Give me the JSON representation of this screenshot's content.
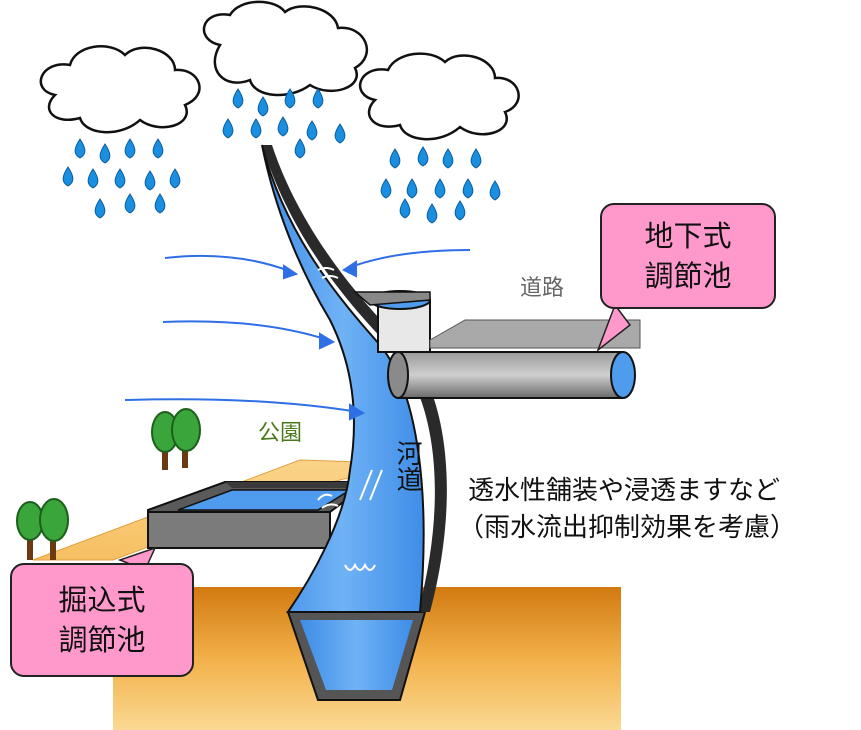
{
  "labels": {
    "road": "道路",
    "park": "公園",
    "river": "河道",
    "measures_line1": "透水性舗装や浸透ますなど",
    "measures_line2": "（雨水流出抑制効果を考慮）"
  },
  "callouts": {
    "underground": "地下式\n調節池",
    "excavated": "掘込式\n調節池"
  },
  "colors": {
    "water": "#4f9bee",
    "ground": "#f7c25a",
    "callout": "#ff99cc",
    "park_text": "#4a7a1a",
    "road_text": "#666666",
    "wind_arrows": "#2f6fe6",
    "rain": "#1a8fe0"
  },
  "icons": [
    "cloud-icon",
    "raindrop-icon",
    "tree-icon",
    "wind-arrow-icon"
  ]
}
